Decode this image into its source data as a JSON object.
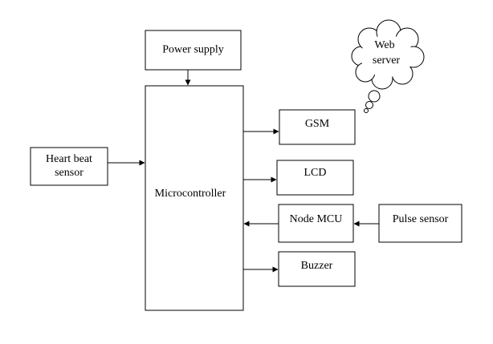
{
  "nodes": {
    "power_supply": {
      "label": "Power supply"
    },
    "microcontroller": {
      "label": "Microcontroller"
    },
    "heart_beat_sensor": {
      "line1": "Heart beat",
      "line2": "sensor"
    },
    "gsm": {
      "label": "GSM"
    },
    "lcd": {
      "label": "LCD"
    },
    "node_mcu": {
      "label": "Node MCU"
    },
    "pulse_sensor": {
      "label": "Pulse sensor"
    },
    "buzzer": {
      "label": "Buzzer"
    },
    "web_server": {
      "line1": "Web",
      "line2": "server"
    }
  },
  "edges": [
    {
      "from": "power_supply",
      "to": "microcontroller"
    },
    {
      "from": "heart_beat_sensor",
      "to": "microcontroller"
    },
    {
      "from": "microcontroller",
      "to": "gsm"
    },
    {
      "from": "microcontroller",
      "to": "lcd"
    },
    {
      "from": "node_mcu",
      "to": "microcontroller"
    },
    {
      "from": "pulse_sensor",
      "to": "node_mcu"
    },
    {
      "from": "microcontroller",
      "to": "buzzer"
    }
  ]
}
